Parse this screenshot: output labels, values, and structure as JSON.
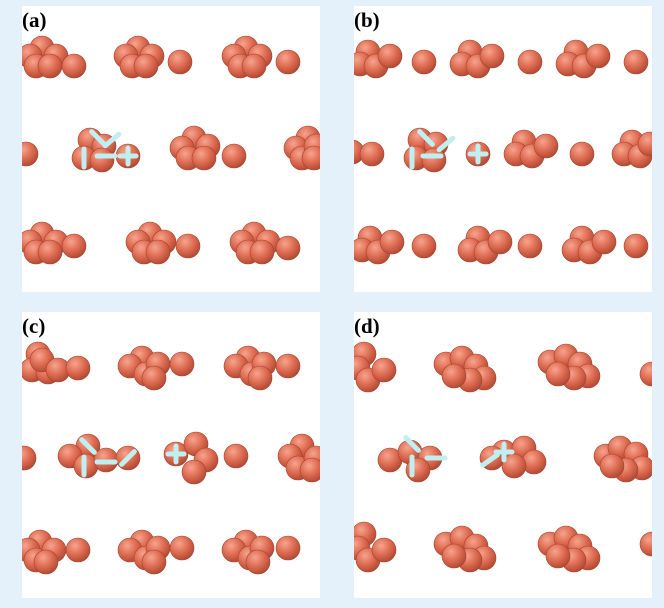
{
  "panels": [
    {
      "id": "a",
      "label": "(a)"
    },
    {
      "id": "b",
      "label": "(b)"
    },
    {
      "id": "c",
      "label": "(c)"
    },
    {
      "id": "d",
      "label": "(d)"
    }
  ],
  "colors": {
    "page_background": "#e4f1fb",
    "panel_background": "#ffffff",
    "atom_fill": "#dd6b51",
    "atom_edge": "#a8432e",
    "defect_marker": "#bfeff0"
  },
  "defect_markers": [
    "vacancy-line",
    "interstitial-plus"
  ]
}
